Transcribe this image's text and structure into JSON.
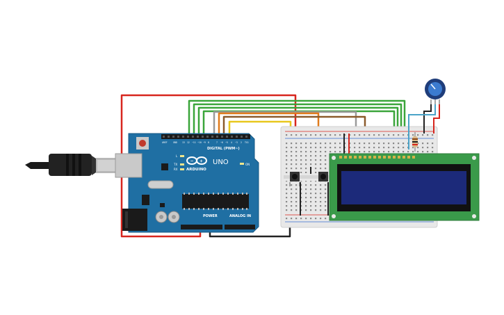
{
  "arduino": {
    "brand": "ARDUINO",
    "model": "UNO",
    "digital_label": "DIGITAL (PWM~)",
    "power_label": "POWER",
    "analog_label": "ANALOG IN",
    "tx_label": "TX",
    "rx_label": "RX",
    "l_label": "L",
    "on_label": "ON"
  },
  "colors": {
    "board": "#1f6fa3",
    "breadboard": "#e8e8e8",
    "lcd_pcb": "#3a9a4a",
    "lcd_screen": "#1c2a7a",
    "wire_red": "#d7261e",
    "wire_green": "#3aa53a",
    "wire_orange": "#e07b1b",
    "wire_brown": "#8b5a2b",
    "wire_gray": "#9a9a9a",
    "wire_yellow": "#e8c71d",
    "wire_black": "#222222",
    "wire_blue": "#4aa3c8"
  },
  "components": [
    "usb-cable",
    "arduino-uno",
    "breadboard",
    "pushbutton-1",
    "pushbutton-2",
    "resistor",
    "potentiometer",
    "lcd-16x2"
  ]
}
